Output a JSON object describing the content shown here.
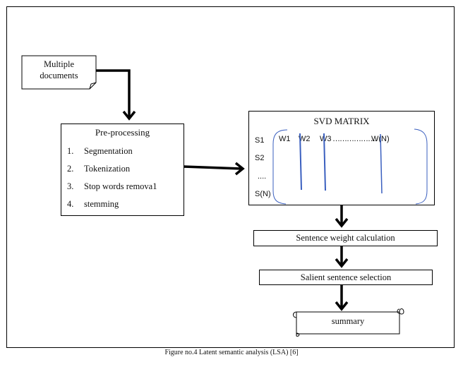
{
  "multiple_docs": {
    "line1": "Multiple",
    "line2": "documents"
  },
  "preprocessing": {
    "title": "Pre-processing",
    "items": [
      {
        "num": "1.",
        "text": "Segmentation"
      },
      {
        "num": "2.",
        "text": "Tokenization"
      },
      {
        "num": "3.",
        "text": "Stop words remova1"
      },
      {
        "num": "4.",
        "text": "stemming"
      }
    ]
  },
  "svd": {
    "title": "SVD MATRIX",
    "rows": [
      "S1",
      "S2",
      "....",
      "S(N)"
    ],
    "cols": {
      "w1": "W1",
      "w2": "W2",
      "w3": "W3",
      "dots": "……………….",
      "wn": "W(N)"
    },
    "line_color": "#3a5fbf"
  },
  "sentence_weight": "Sentence weight calculation",
  "salient": "Salient sentence selection",
  "summary": "summary",
  "caption": "Figure no.4 Latent semantic analysis (LSA) [6]"
}
